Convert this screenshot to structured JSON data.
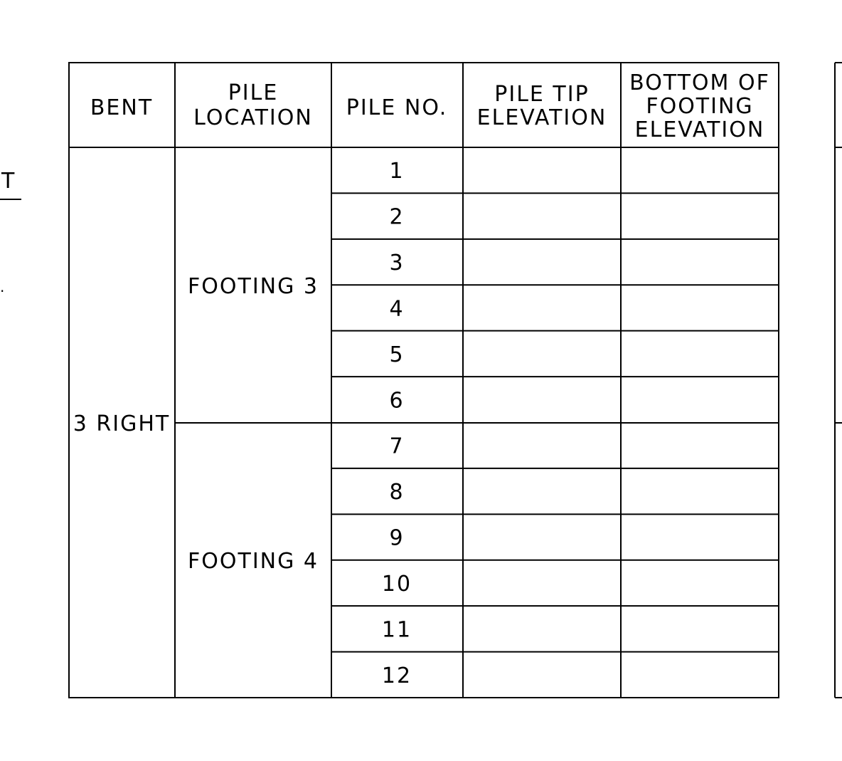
{
  "left_fragment": {
    "letter": "T",
    "mark": "."
  },
  "table": {
    "headers": {
      "bent": [
        "BENT"
      ],
      "pile_location": [
        "PILE",
        "LOCATION"
      ],
      "pile_no": [
        "PILE NO."
      ],
      "pile_tip_elevation": [
        "PILE TIP",
        "ELEVATION"
      ],
      "bottom_of_footing_elevation": [
        "BOTTOM OF",
        "FOOTING",
        "ELEVATION"
      ]
    },
    "bent": "3 RIGHT",
    "footings": [
      {
        "label": "FOOTING 3",
        "piles": [
          "1",
          "2",
          "3",
          "4",
          "5",
          "6"
        ]
      },
      {
        "label": "FOOTING 4",
        "piles": [
          "7",
          "8",
          "9",
          "10",
          "11",
          "12"
        ]
      }
    ],
    "pile_tip_elevations": [
      "",
      "",
      "",
      "",
      "",
      "",
      "",
      "",
      "",
      "",
      "",
      ""
    ],
    "bottom_of_footing_elevations": [
      "",
      "",
      "",
      "",
      "",
      "",
      "",
      "",
      "",
      "",
      "",
      ""
    ]
  }
}
